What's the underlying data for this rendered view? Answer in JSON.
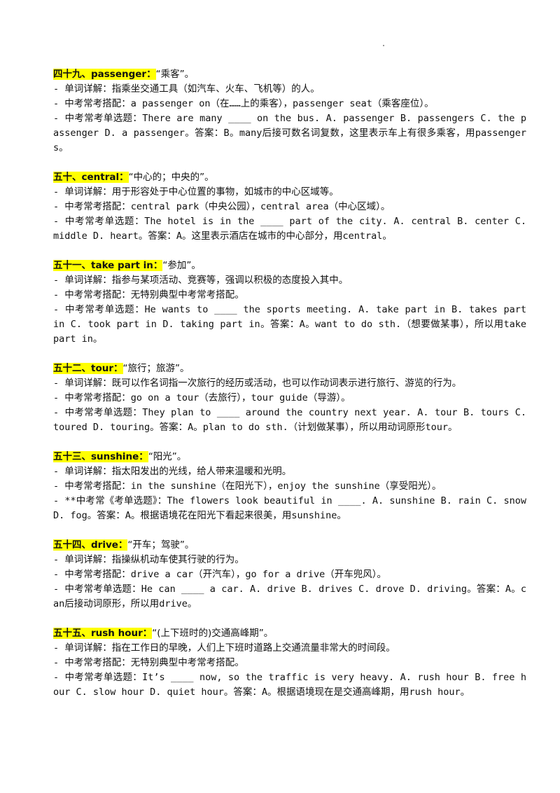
{
  "entries": [
    {
      "head": "四十九、passenger：",
      "meaning": "“乘客”。",
      "lines": [
        "- 单词详解：指乘坐交通工具（如汽车、火车、飞机等）的人。",
        "- 中考常考搭配：a passenger on（在……上的乘客），passenger seat（乘客座位）。",
        "- 中考常考单选题：There are many ____ on the bus. A. passenger B. passengers C. the passenger D. a passenger。答案：B。many后接可数名词复数，这里表示车上有很多乘客，用passengers。"
      ]
    },
    {
      "head": "五十、central：",
      "meaning": "“中心的；中央的”。",
      "lines": [
        "- 单词详解：用于形容处于中心位置的事物，如城市的中心区域等。",
        "- 中考常考搭配：central park（中央公园），central area（中心区域）。",
        "- 中考常考单选题：The hotel is in the ____ part of the city. A. central B. center C. middle D. heart。答案：A。这里表示酒店在城市的中心部分，用central。"
      ]
    },
    {
      "head": "五十一、take part in：",
      "meaning": "“参加”。",
      "lines": [
        "- 单词详解：指参与某项活动、竞赛等，强调以积极的态度投入其中。",
        "- 中考常考搭配：无特别典型中考常考搭配。",
        "- 中考常考单选题：He wants to ____ the sports meeting. A. take part in B. takes part in C. took part in D. taking part in。答案：A。want to do sth.（想要做某事），所以用take part in。"
      ]
    },
    {
      "head": "五十二、tour：",
      "meaning": "“旅行；旅游”。",
      "lines": [
        "- 单词详解：既可以作名词指一次旅行的经历或活动，也可以作动词表示进行旅行、游览的行为。",
        "- 中考常考搭配：go on a tour（去旅行），tour guide（导游）。",
        "- 中考常考单选题：They plan to ____ around the country next year. A. tour B. tours C. toured D. touring。答案：A。plan to do sth.（计划做某事），所以用动词原形tour。"
      ]
    },
    {
      "head": "五十三、sunshine：",
      "meaning": "“阳光”。",
      "lines": [
        "- 单词详解：指太阳发出的光线，给人带来温暖和光明。",
        "- 中考常考搭配：in the sunshine（在阳光下），enjoy the sunshine（享受阳光）。",
        "- **中考常《考单选题》：The flowers look beautiful in ____. A. sunshine B. rain C. snow D. fog。答案：A。根据语境花在阳光下看起来很美，用sunshine。"
      ]
    },
    {
      "head": "五十四、drive：",
      "meaning": "“开车；驾驶”。",
      "lines": [
        "- 单词详解：指操纵机动车使其行驶的行为。",
        "- 中考常考搭配：drive a car（开汽车），go for a drive（开车兜风）。",
        "- 中考常考单选题：He can ____ a car. A. drive B. drives C. drove D. driving。答案：A。can后接动词原形，所以用drive。"
      ]
    },
    {
      "head": "五十五、rush hour：",
      "meaning": "“(上下班时的)交通高峰期”。",
      "lines": [
        "- 单词详解：指在工作日的早晚，人们上下班时道路上交通流量非常大的时间段。",
        "- 中考常考搭配：无特别典型中考常考搭配。",
        "- 中考常考单选题：It’s ____ now, so the traffic is very heavy. A. rush hour B. free hour C. slow hour D. quiet hour。答案：A。根据语境现在是交通高峰期，用rush hour。"
      ]
    }
  ]
}
